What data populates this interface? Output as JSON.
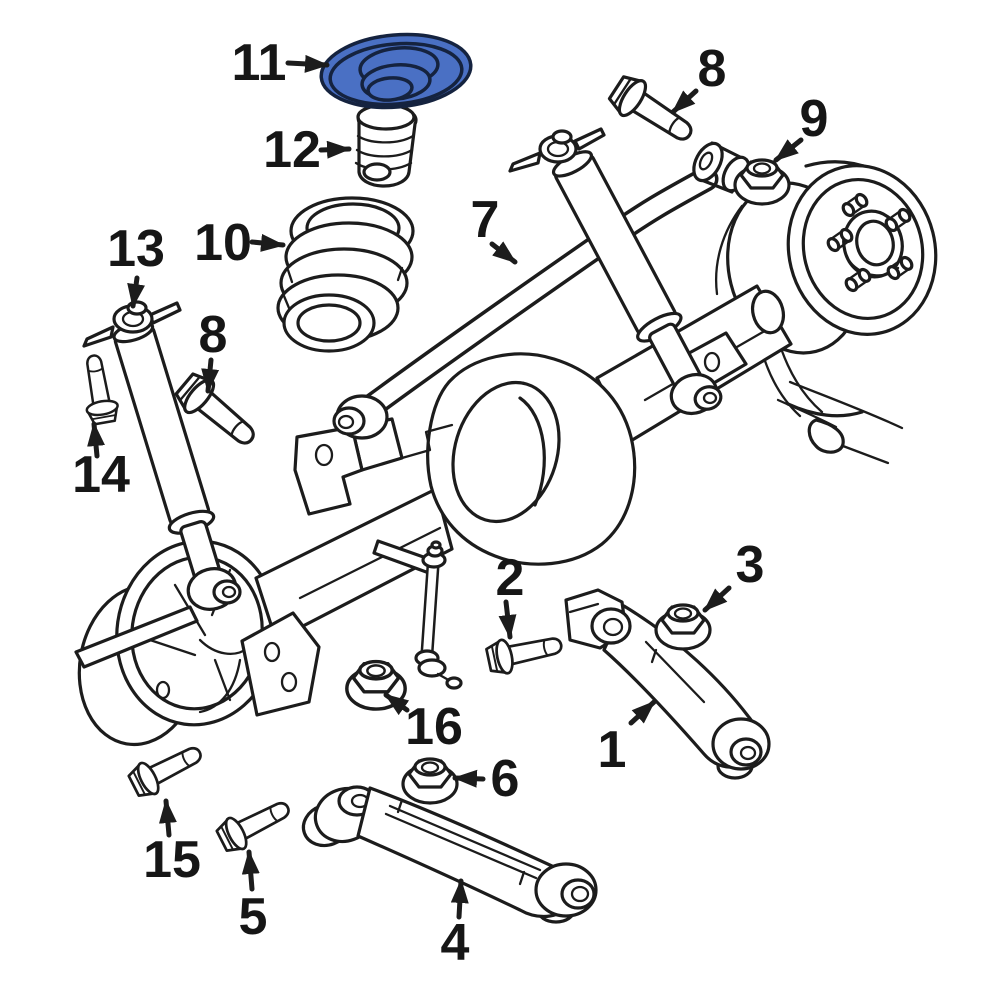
{
  "diagram": {
    "background_color": "#ffffff",
    "line_color": "#1c1c1c",
    "highlight_color": "#4a70c4",
    "highlighted_callout": "11",
    "callouts": [
      {
        "number": "11"
      },
      {
        "number": "12"
      },
      {
        "number": "10"
      },
      {
        "number": "13"
      },
      {
        "number": "8"
      },
      {
        "number": "14"
      },
      {
        "number": "7"
      },
      {
        "number": "8"
      },
      {
        "number": "9"
      },
      {
        "number": "2"
      },
      {
        "number": "3"
      },
      {
        "number": "1"
      },
      {
        "number": "16"
      },
      {
        "number": "6"
      },
      {
        "number": "5"
      },
      {
        "number": "15"
      },
      {
        "number": "4"
      }
    ]
  }
}
